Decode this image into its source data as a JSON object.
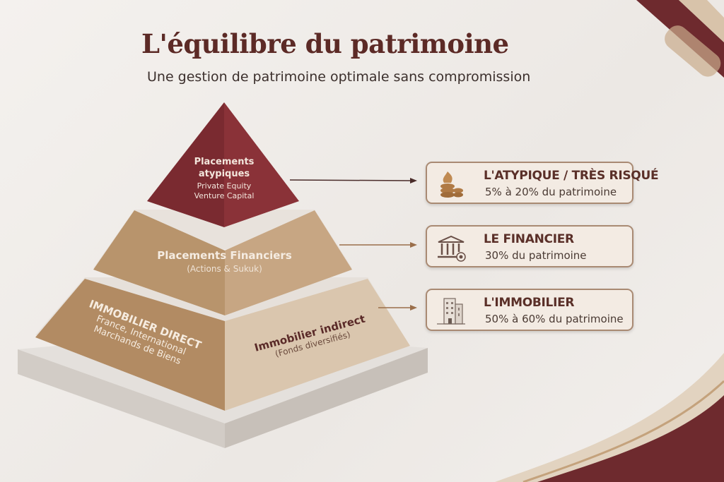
{
  "header": {
    "title": "L'équilibre du patrimoine",
    "subtitle": "Une gestion de patrimoine optimale sans compromission"
  },
  "pyramid": {
    "top": {
      "title_line1": "Placements",
      "title_line2": "atypiques",
      "line3": "Private Equity",
      "line4": "Venture Capital"
    },
    "middle": {
      "title": "Placements Financiers",
      "subtitle": "(Actions & Sukuk)"
    },
    "bottom_left": {
      "title": "IMMOBILIER DIRECT",
      "line2": "France, International",
      "line3": "Marchands de Biens"
    },
    "bottom_right": {
      "title": "Immobilier indirect",
      "subtitle": "(Fonds diversifiés)"
    }
  },
  "cards": [
    {
      "title": "L'ATYPIQUE / TRÈS RISQUÉ",
      "share": "5% à 20% du patrimoine",
      "icon": "coins-fire-icon"
    },
    {
      "title": "LE FINANCIER",
      "share": "30% du patrimoine",
      "icon": "bank-icon"
    },
    {
      "title": "L'IMMOBILIER",
      "share": "50% à 60% du patrimoine",
      "icon": "building-icon"
    }
  ],
  "colors": {
    "maroon": "#7a2a30",
    "sand": "#b8946c",
    "beige": "#dcc9b3",
    "stone": "#d9d4ce"
  }
}
